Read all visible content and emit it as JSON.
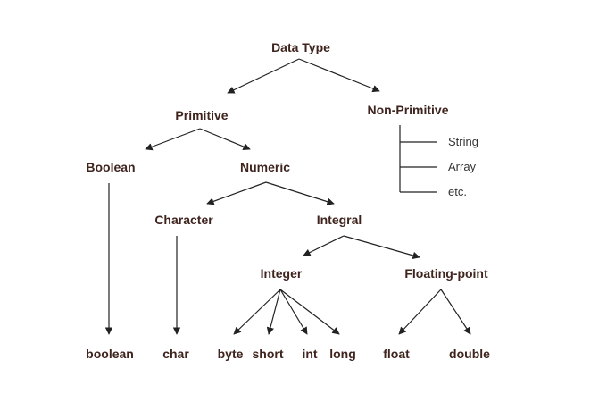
{
  "diagram": {
    "root": "Data Type",
    "primitive": "Primitive",
    "non_primitive": "Non-Primitive",
    "boolean_group": "Boolean",
    "numeric": "Numeric",
    "character": "Character",
    "integral": "Integral",
    "integer": "Integer",
    "floating_point": "Floating-point",
    "non_primitive_items": [
      "String",
      "Array",
      "etc."
    ],
    "leaves": {
      "boolean": "boolean",
      "char": "char",
      "byte": "byte",
      "short": "short",
      "int": "int",
      "long": "long",
      "float": "float",
      "double": "double"
    }
  }
}
